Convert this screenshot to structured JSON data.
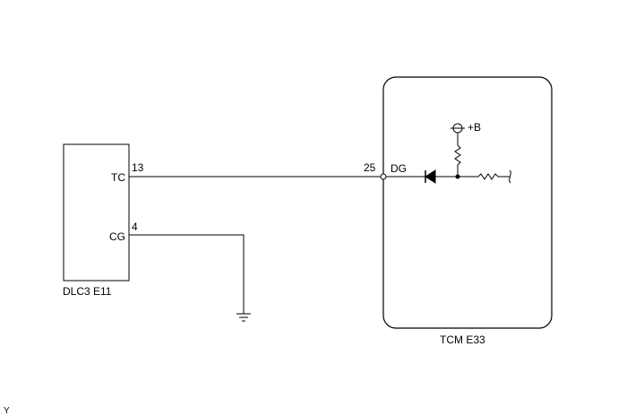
{
  "connectors": {
    "dlc3": {
      "name": "DLC3 E11",
      "pins": [
        {
          "number": "13",
          "signal": "TC"
        },
        {
          "number": "4",
          "signal": "CG"
        }
      ]
    },
    "tcm": {
      "name": "TCM E33",
      "pin": {
        "number": "25",
        "signal": "DG"
      },
      "supply_label": "+B"
    }
  },
  "wires": [
    {
      "from": "DLC3 E11 pin 13 (TC)",
      "to": "TCM E33 pin 25 (DG)"
    },
    {
      "from": "DLC3 E11 pin 4 (CG)",
      "to": "ground"
    }
  ],
  "corner_mark": "Y",
  "icons": [
    "ground-symbol",
    "diode-symbol",
    "resistor-symbol",
    "terminal-circle"
  ],
  "colors": {
    "line": "#000000",
    "background": "#ffffff"
  }
}
